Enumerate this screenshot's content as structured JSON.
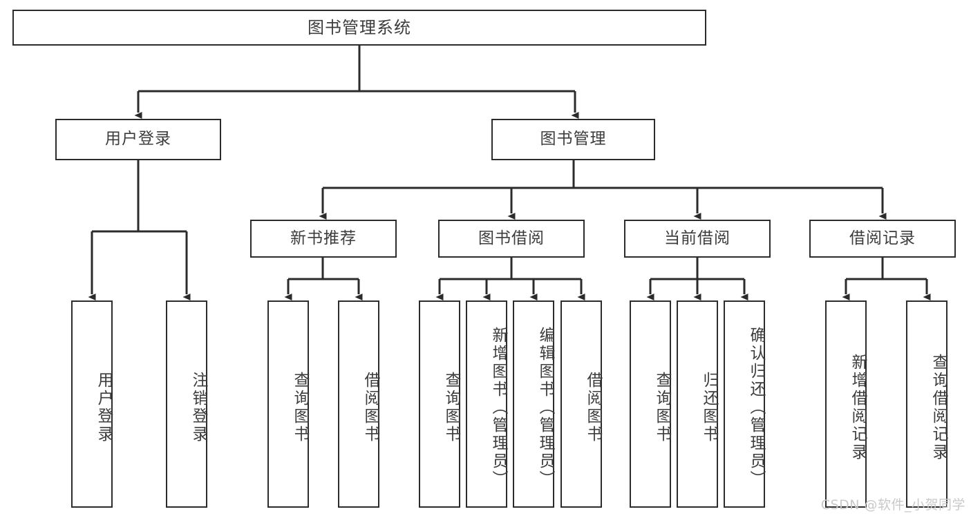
{
  "diagram": {
    "title": "图书管理系统",
    "watermark": "CSDN @软件_小贺同学",
    "colors": {
      "stroke": "#2b2b2b",
      "text": "#3c3c3c",
      "background": "#ffffff",
      "watermark": "#c9c9c9"
    },
    "nodes": {
      "root": {
        "label": "图书管理系统"
      },
      "level2": [
        {
          "label": "用户登录"
        },
        {
          "label": "图书管理"
        }
      ],
      "level3": [
        {
          "label": "新书推荐"
        },
        {
          "label": "图书借阅"
        },
        {
          "label": "当前借阅"
        },
        {
          "label": "借阅记录"
        }
      ],
      "leaves": {
        "user_login": [
          {
            "label": "用户登录"
          },
          {
            "label": "注销登录"
          }
        ],
        "new_book": [
          {
            "label": "查询图书"
          },
          {
            "label": "借阅图书"
          }
        ],
        "borrow_book": [
          {
            "label": "查询图书"
          },
          {
            "label": "新增图书（管理员）"
          },
          {
            "label": "编辑图书（管理员）"
          },
          {
            "label": "借阅图书"
          }
        ],
        "current_borrow": [
          {
            "label": "查询图书"
          },
          {
            "label": "归还图书"
          },
          {
            "label": "确认归还（管理员）"
          }
        ],
        "borrow_record": [
          {
            "label": "新增借阅记录"
          },
          {
            "label": "查询借阅记录"
          }
        ]
      }
    }
  }
}
